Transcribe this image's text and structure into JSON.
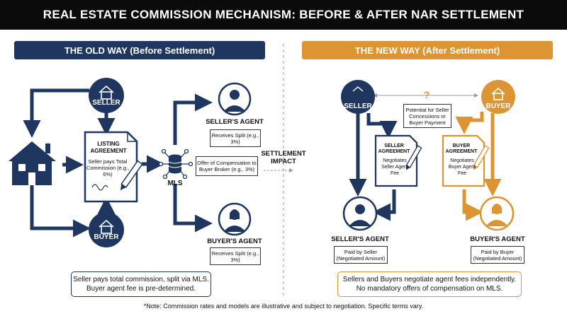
{
  "title": "REAL ESTATE COMMISSION MECHANISM: BEFORE & AFTER NAR SETTLEMENT",
  "old_way": {
    "banner": "THE OLD WAY (Before Settlement)",
    "seller": "SELLER",
    "buyer": "BUYER",
    "listing_title": "LISTING AGREEMENT",
    "listing_text": "Seller pays Total Commission (e.g., 6%)",
    "mls": "MLS",
    "offer_text": "Offer of Compensation to Buyer Broker (e.g., 3%)",
    "sellers_agent": "SELLER'S AGENT",
    "sellers_agent_note": "Receives Split (e.g., 3%)",
    "buyers_agent": "BUYER'S AGENT",
    "buyers_agent_note": "Receives Split (e.g., 3%)",
    "summary_line1": "Seller pays total commission, split via MLS.",
    "summary_line2": "Buyer agent fee is pre-determined."
  },
  "impact": {
    "line1": "SETTLEMENT",
    "line2": "IMPACT"
  },
  "new_way": {
    "banner": "THE NEW WAY (After Settlement)",
    "seller": "SELLER",
    "buyer": "BUYER",
    "potential_text": "Potential for Seller Concessions or Buyer Payment",
    "question_mark": "?",
    "seller_agreement_title": "SELLER AGREEMENT",
    "seller_agreement_text": "Negotiates Seller Agent Fee",
    "buyer_agreement_title": "BUYER AGREEMENT",
    "buyer_agreement_text": "Negotiates Buyer Agent Fee",
    "sellers_agent": "SELLER'S AGENT",
    "sellers_agent_note": "Paid by Seller (Negotiated Amount)",
    "buyers_agent": "BUYER'S AGENT",
    "buyers_agent_note": "Paid by Buyer (Negotiated Amount)",
    "summary_line1": "Sellers and Buyers negotiate agent fees independently.",
    "summary_line2": "No mandatory offers of compensation on MLS."
  },
  "footnote": "*Note: Commission rates and models are illustrative and subject to negotiation. Specific terms vary.",
  "colors": {
    "navy": "#1e3660",
    "orange": "#dc9532",
    "title_bg": "#0b0b0b"
  },
  "icons": {
    "seller": "house-icon",
    "buyer": "house-icon",
    "property": "house-icon",
    "document": "document-pen-icon",
    "mls": "database-network-icon",
    "agent": "person-icon"
  }
}
